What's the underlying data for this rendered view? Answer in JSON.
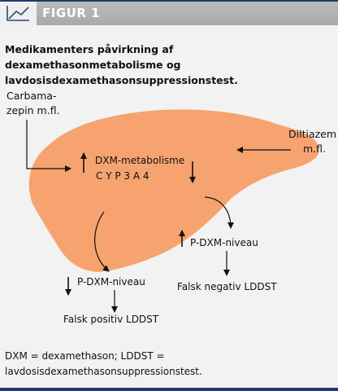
{
  "header": {
    "title": "FIGUR 1",
    "icon": "line-chart-icon"
  },
  "lead": "Medikamenters påvirkning af dexamethasonmetabolisme og lavdosisdexamethasonsuppressionstest.",
  "diagram": {
    "liver_color": "#f6a36f",
    "labels": {
      "carbamazepin_1": "Carbama-",
      "carbamazepin_2": "zepin m.fl.",
      "diltiazem_1": "Diltiazem",
      "diltiazem_2": "m.fl.",
      "dxm_metabolism": "DXM-metabolisme",
      "cyp": "C Y P 3 A 4",
      "pdxm_left": "P-DXM-niveau",
      "pdxm_right": "P-DXM-niveau",
      "false_positive": "Falsk positiv LDDST",
      "false_negative": "Falsk negativ LDDST"
    }
  },
  "footnote": "DXM = dexamethason; LDDST = lavdosisdexamethasonsuppressionstest."
}
